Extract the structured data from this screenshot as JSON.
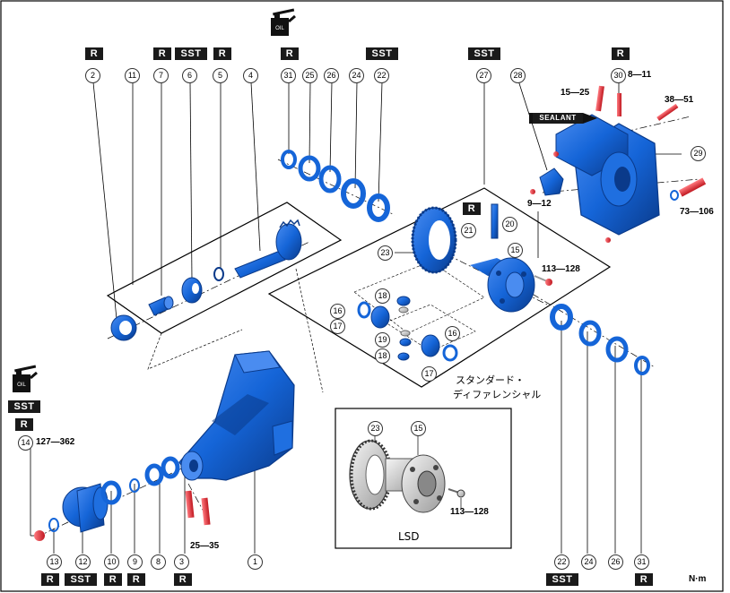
{
  "badges": {
    "r": "R",
    "sst": "SST",
    "sealant": "SEALANT",
    "oil": "OIL"
  },
  "callouts": {
    "c1": "1",
    "c2": "2",
    "c3": "3",
    "c4": "4",
    "c5": "5",
    "c6": "6",
    "c7": "7",
    "c8": "8",
    "c9": "9",
    "c10": "10",
    "c11": "11",
    "c12": "12",
    "c13": "13",
    "c14": "14",
    "c15": "15",
    "c15b": "15",
    "c16": "16",
    "c16b": "16",
    "c17": "17",
    "c17b": "17",
    "c18": "18",
    "c18b": "18",
    "c19": "19",
    "c20": "20",
    "c21": "21",
    "c22": "22",
    "c22b": "22",
    "c23": "23",
    "c23b": "23",
    "c24": "24",
    "c24b": "24",
    "c25": "25",
    "c26": "26",
    "c26b": "26",
    "c27": "27",
    "c28": "28",
    "c29": "29",
    "c30": "30",
    "c31": "31",
    "c31b": "31"
  },
  "torques": {
    "t14": "127—362",
    "t30": "8—11",
    "t1525": "15—25",
    "t3851": "38—51",
    "t912": "9—12",
    "t73106": "73—106",
    "t113a": "113—128",
    "t113b": "113—128",
    "t2535": "25—35"
  },
  "labels": {
    "standard_diff_1": "スタンダード・",
    "standard_diff_2": "ディファレンシャル",
    "lsd": "LSD",
    "unit": "N·m"
  },
  "colors": {
    "part_blue": "#1565d8",
    "part_dark": "#0a3a8a",
    "bolt_red": "#e0303a"
  }
}
